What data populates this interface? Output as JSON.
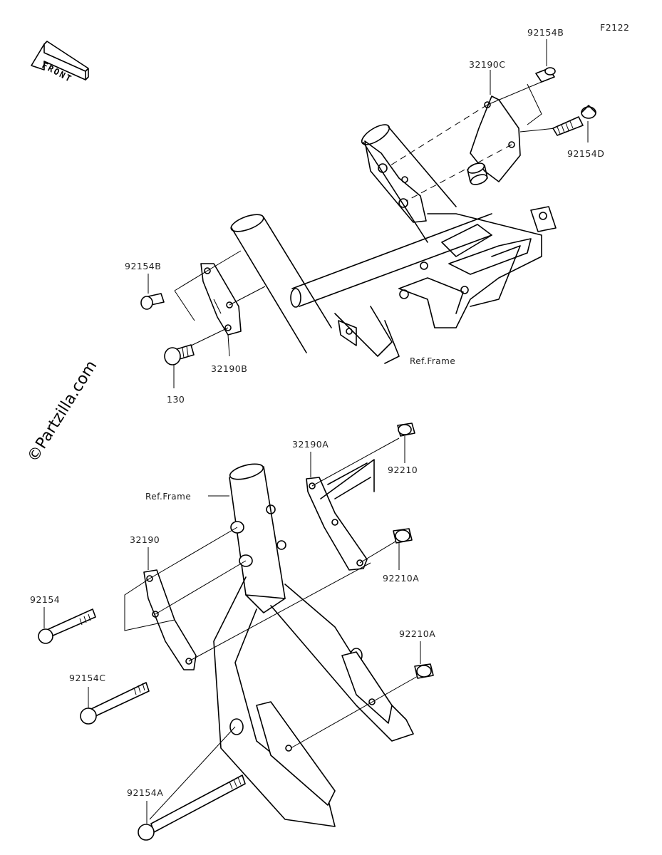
{
  "figure_id": "F2122",
  "direction_label": "FRONT",
  "watermark": "©Partzilla.com",
  "upper_assembly": {
    "reference_label": "Ref.Frame",
    "parts": [
      "92154B",
      "32190C",
      "92154D",
      "92154B",
      "130",
      "32190B"
    ]
  },
  "lower_assembly": {
    "reference_label": "Ref.Frame",
    "parts": [
      "32190A",
      "92210",
      "32190",
      "92210A",
      "92154",
      "92210A",
      "92154C",
      "92154A"
    ]
  }
}
